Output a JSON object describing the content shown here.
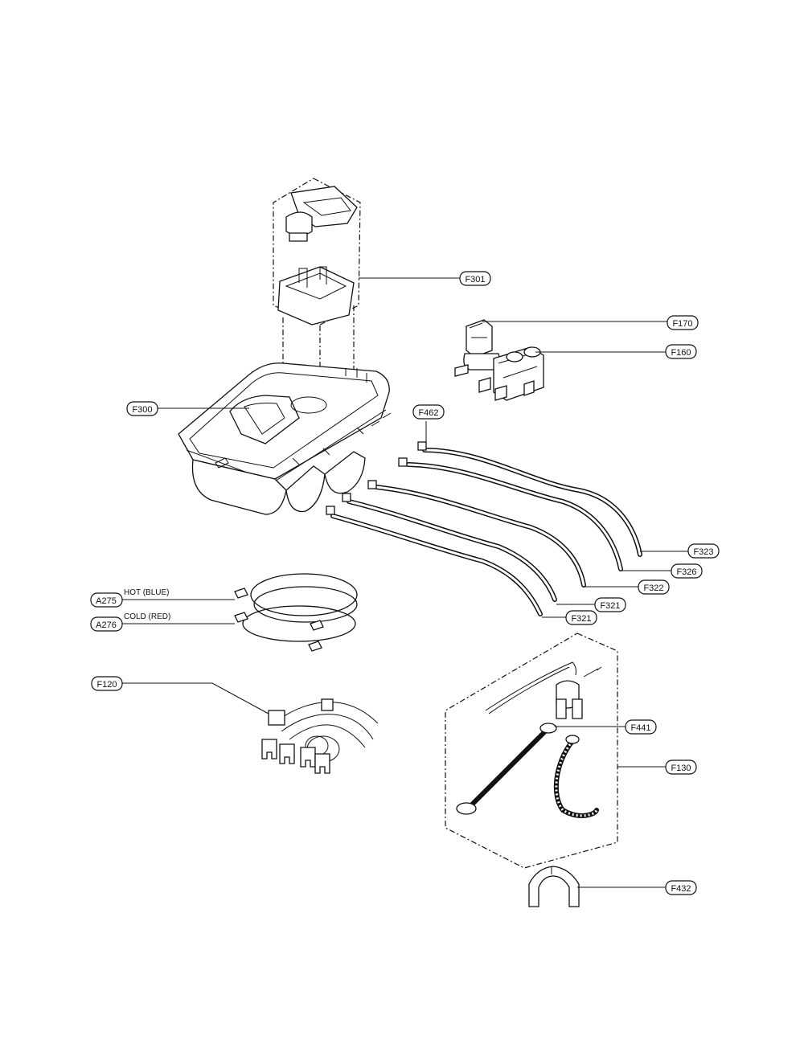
{
  "labels": {
    "f301": "F301",
    "f170": "F170",
    "f160": "F160",
    "f300": "F300",
    "f462": "F462",
    "f323": "F323",
    "f326": "F326",
    "f322": "F322",
    "f321a": "F321",
    "f321b": "F321",
    "a275": "A275",
    "a276": "A276",
    "f120": "F120",
    "f441": "F441",
    "f130": "F130",
    "f432": "F432"
  },
  "notes": {
    "hot": "HOT (BLUE)",
    "cold": "COLD (RED)"
  }
}
